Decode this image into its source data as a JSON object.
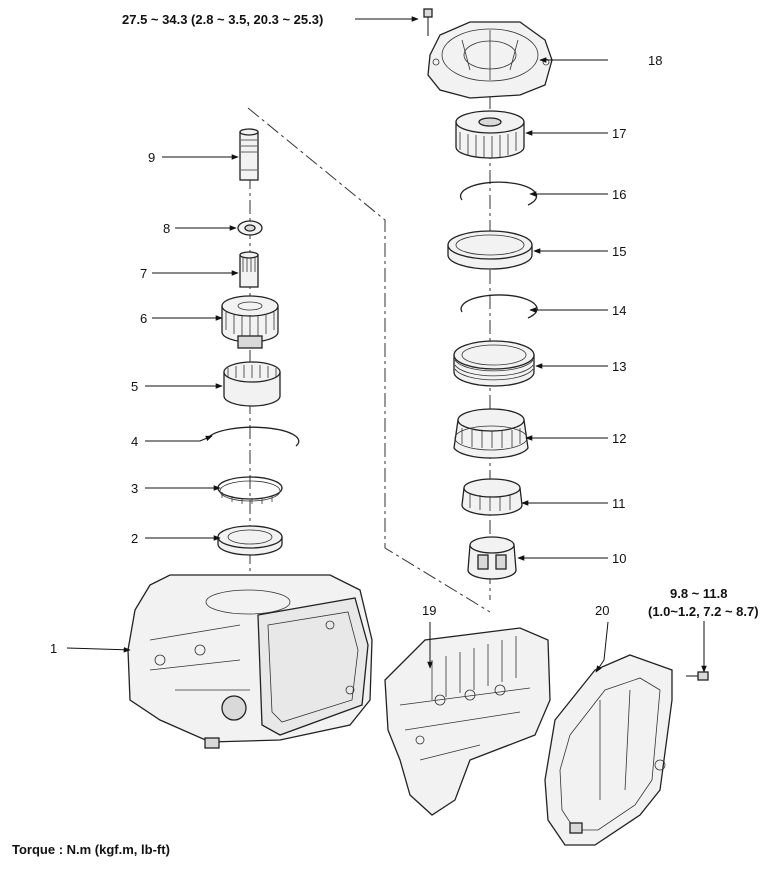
{
  "torque_top": "27.5 ~ 34.3 (2.8 ~ 3.5, 20.3 ~ 25.3)",
  "torque_right_line1": "9.8 ~ 11.8",
  "torque_right_line2": "(1.0~1.2, 7.2 ~ 8.7)",
  "footer_note": "Torque : N.m (kgf.m, lb-ft)",
  "callouts": {
    "n1": "1",
    "n2": "2",
    "n3": "3",
    "n4": "4",
    "n5": "5",
    "n6": "6",
    "n7": "7",
    "n8": "8",
    "n9": "9",
    "n10": "10",
    "n11": "11",
    "n12": "12",
    "n13": "13",
    "n14": "14",
    "n15": "15",
    "n16": "16",
    "n17": "17",
    "n18": "18",
    "n19": "19",
    "n20": "20"
  }
}
